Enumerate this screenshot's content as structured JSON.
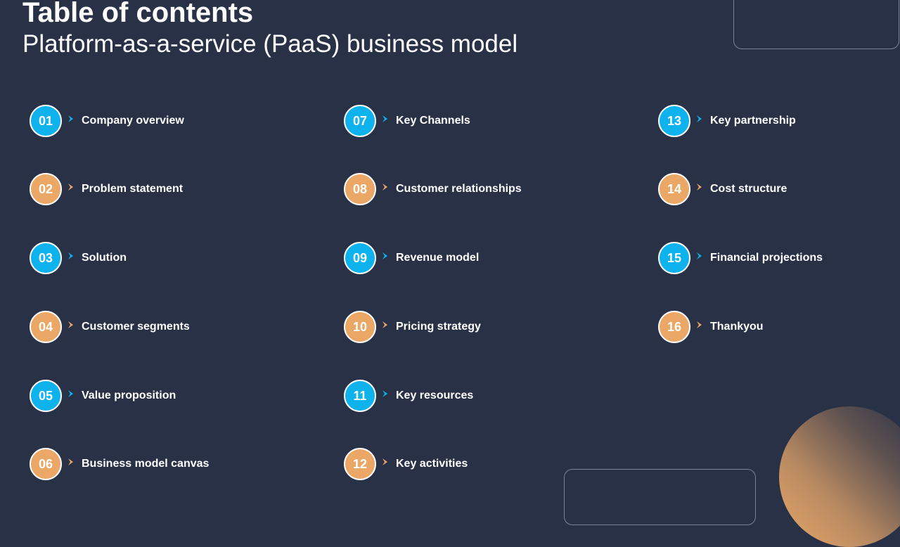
{
  "slide": {
    "title": "Table of contents",
    "subtitle": "Platform-as-a-service (PaaS) business model"
  },
  "colors": {
    "background": "#293147",
    "blue": "#0eb3ee",
    "orange": "#eba766"
  },
  "icons": {
    "chevron": "chevron-right-icon"
  },
  "toc": [
    {
      "num": "01",
      "label": "Company overview",
      "color": "blue"
    },
    {
      "num": "02",
      "label": "Problem statement",
      "color": "orange"
    },
    {
      "num": "03",
      "label": "Solution",
      "color": "blue"
    },
    {
      "num": "04",
      "label": "Customer segments",
      "color": "orange"
    },
    {
      "num": "05",
      "label": "Value proposition",
      "color": "blue"
    },
    {
      "num": "06",
      "label": "Business model canvas",
      "color": "orange"
    },
    {
      "num": "07",
      "label": "Key Channels",
      "color": "blue"
    },
    {
      "num": "08",
      "label": "Customer relationships",
      "color": "orange"
    },
    {
      "num": "09",
      "label": "Revenue model",
      "color": "blue"
    },
    {
      "num": "10",
      "label": "Pricing strategy",
      "color": "orange"
    },
    {
      "num": "11",
      "label": "Key resources",
      "color": "blue"
    },
    {
      "num": "12",
      "label": "Key activities",
      "color": "orange"
    },
    {
      "num": "13",
      "label": "Key partnership",
      "color": "blue"
    },
    {
      "num": "14",
      "label": "Cost structure",
      "color": "orange"
    },
    {
      "num": "15",
      "label": "Financial projections",
      "color": "blue"
    },
    {
      "num": "16",
      "label": "Thankyou",
      "color": "orange"
    }
  ]
}
